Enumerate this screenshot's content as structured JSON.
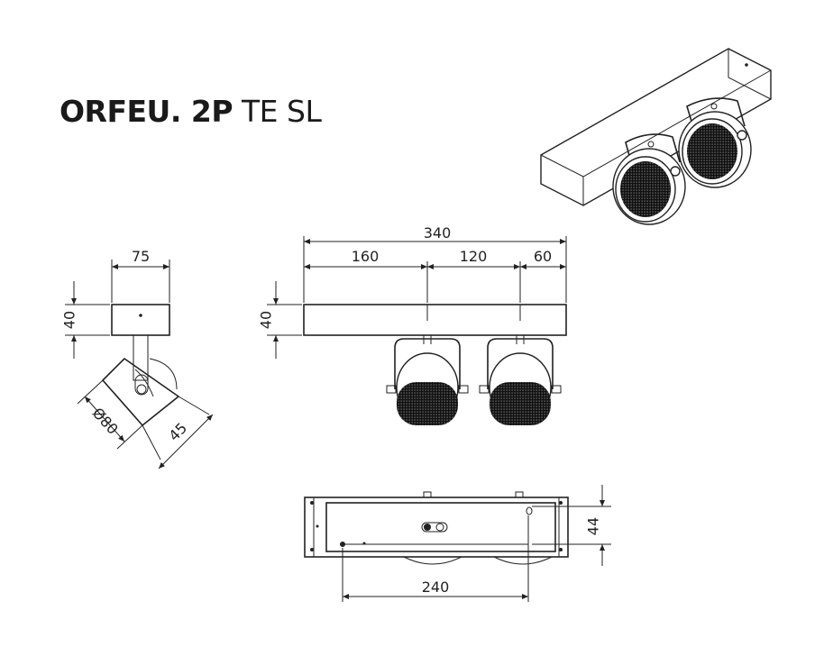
{
  "title": {
    "bold": "ORFEU. 2P",
    "light": " TE SL"
  },
  "side_view": {
    "width": "75",
    "height": "40",
    "diameter": "Ø80",
    "depth": "45"
  },
  "front_view": {
    "total": "340",
    "seg1": "160",
    "seg2": "120",
    "seg3": "60",
    "height": "40"
  },
  "bottom_view": {
    "spacing": "240",
    "height": "44"
  }
}
